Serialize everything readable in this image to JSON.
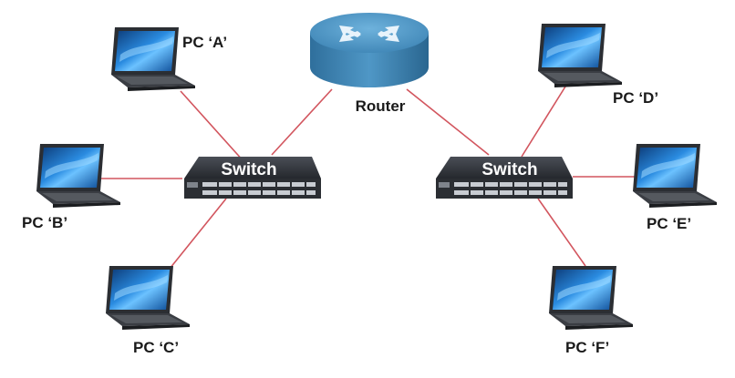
{
  "router": {
    "label": "Router",
    "icon": "router-icon"
  },
  "switches": [
    {
      "label": "Switch",
      "icon": "network-switch-icon"
    },
    {
      "label": "Switch",
      "icon": "network-switch-icon"
    }
  ],
  "pcs": [
    {
      "label": "PC ‘A’",
      "icon": "laptop-icon"
    },
    {
      "label": "PC ‘B’",
      "icon": "laptop-icon"
    },
    {
      "label": "PC ‘C’",
      "icon": "laptop-icon"
    },
    {
      "label": "PC ‘D’",
      "icon": "laptop-icon"
    },
    {
      "label": "PC ‘E’",
      "icon": "laptop-icon"
    },
    {
      "label": "PC ‘F’",
      "icon": "laptop-icon"
    }
  ],
  "colors": {
    "link": "#d2555e",
    "router_body": "#3f86b5",
    "switch_body": "#2a2d33",
    "screen": "#1e73c8"
  }
}
